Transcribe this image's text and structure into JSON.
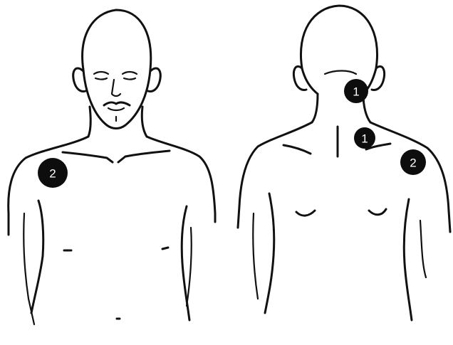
{
  "figures": {
    "front": {
      "markers": [
        {
          "label": "2"
        }
      ]
    },
    "back": {
      "markers": [
        {
          "label": "1"
        },
        {
          "label": "1"
        },
        {
          "label": "2"
        }
      ]
    }
  },
  "colors": {
    "ink": "#111111",
    "marker_fill": "#0d0d0d",
    "marker_text": "#ffffff",
    "background": "#ffffff"
  }
}
